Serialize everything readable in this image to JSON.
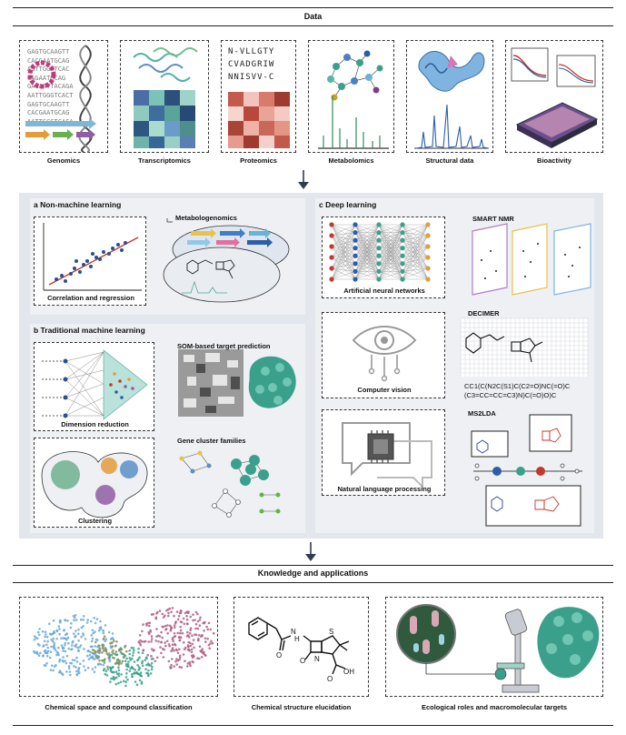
{
  "top_title": "Data",
  "data_tiles": [
    {
      "label": "Genomics"
    },
    {
      "label": "Transcriptomics"
    },
    {
      "label": "Proteomics"
    },
    {
      "label": "Metabolomics"
    },
    {
      "label": "Structural data"
    },
    {
      "label": "Bioactivity"
    }
  ],
  "genomics_seq": [
    "GAGTGCAAGTT",
    "CACGAATGCAG",
    "AGTTGGGTCAC",
    "GAGAATGCAG",
    "GAGAATTACAGA",
    "AATTGGGTCACT",
    "GAGTGCAAGTT",
    "CACGAATGCAG",
    "AATTGGGTCACA"
  ],
  "proteomics_seq": [
    "N-VLLGTY",
    "CVADGRIW",
    "NNISVV-C"
  ],
  "panel_a": {
    "title": "a  Non-machine learning",
    "correlation_label": "Correlation and regression",
    "metabologenomics_label": "Metabologenomics"
  },
  "panel_b": {
    "title": "b  Traditional machine learning",
    "dimension_label": "Dimension reduction",
    "clustering_label": "Clustering",
    "som_label": "SOM-based target prediction",
    "gcf_label": "Gene cluster families"
  },
  "panel_c": {
    "title": "c  Deep learning",
    "ann_label": "Artificial neural networks",
    "smart_label": "SMART NMR",
    "cv_label": "Computer vision",
    "decimer_label": "DECIMER",
    "smiles": [
      "CC1(C(N2C(S1)C(C2=O)NC(=O)C",
      "(C3=CC=CC=C3)N)C(=O)O)C"
    ],
    "nlp_label": "Natural language processing",
    "ms2lda_label": "MS2LDA"
  },
  "bottom_title": "Knowledge and applications",
  "bottom_tiles": [
    {
      "label": "Chemical space and compound classification"
    },
    {
      "label": "Chemical structure elucidation"
    },
    {
      "label": "Ecological roles and macromolecular targets"
    }
  ],
  "colors": {
    "panel_bg": "#e3e6ec",
    "arrow": "#2f3c56",
    "accent_red": "#c0392b",
    "accent_teal": "#3aa08c"
  }
}
